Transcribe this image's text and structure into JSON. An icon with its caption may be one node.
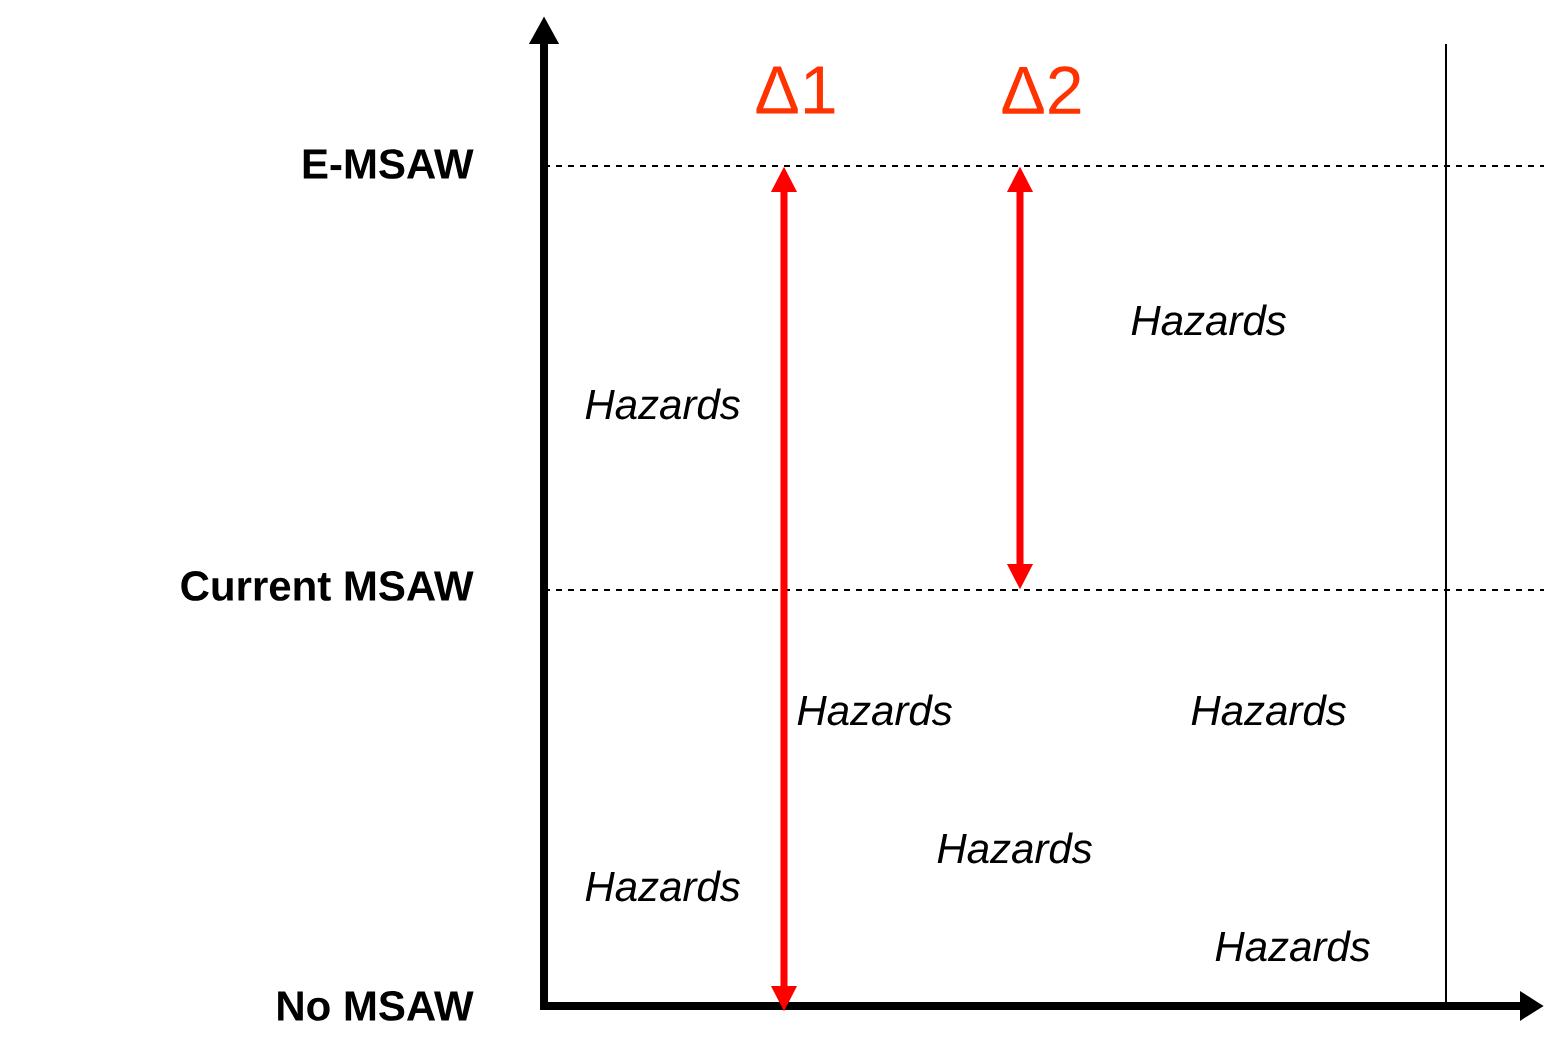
{
  "diagram": {
    "labels": [
      "Δ1",
      "Δ2",
      "E-MSAW",
      "Hazards",
      "Hazards",
      "Current MSAW",
      "Hazards",
      "Hazards",
      "Hazards",
      "Hazards",
      "No MSAW",
      "Hazards"
    ]
  }
}
